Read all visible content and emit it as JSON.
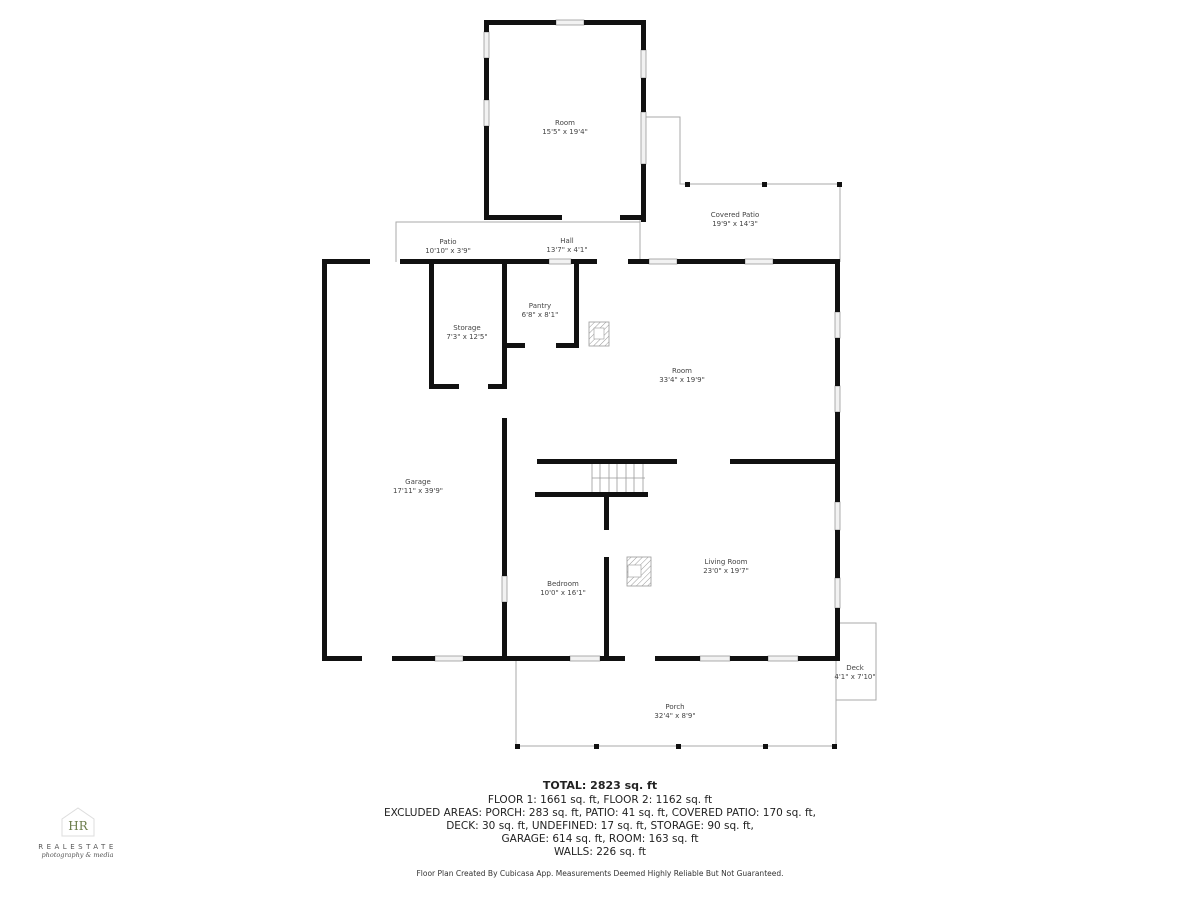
{
  "rooms": [
    {
      "id": "room-upper",
      "name": "Room",
      "dims": "15'5\" x 19'4\""
    },
    {
      "id": "covered-patio",
      "name": "Covered Patio",
      "dims": "19'9\" x 14'3\""
    },
    {
      "id": "patio",
      "name": "Patio",
      "dims": "10'10\" x 3'9\""
    },
    {
      "id": "hall",
      "name": "Hall",
      "dims": "13'7\" x 4'1\""
    },
    {
      "id": "pantry",
      "name": "Pantry",
      "dims": "6'8\" x 8'1\""
    },
    {
      "id": "storage",
      "name": "Storage",
      "dims": "7'3\" x 12'5\""
    },
    {
      "id": "room-main",
      "name": "Room",
      "dims": "33'4\" x 19'9\""
    },
    {
      "id": "garage",
      "name": "Garage",
      "dims": "17'11\" x 39'9\""
    },
    {
      "id": "bedroom",
      "name": "Bedroom",
      "dims": "10'0\" x 16'1\""
    },
    {
      "id": "living-room",
      "name": "Living Room",
      "dims": "23'0\" x 19'7\""
    },
    {
      "id": "deck",
      "name": "Deck",
      "dims": "4'1\" x 7'10\""
    },
    {
      "id": "porch",
      "name": "Porch",
      "dims": "32'4\" x 8'9\""
    }
  ],
  "summary": {
    "total": "TOTAL: 2823 sq. ft",
    "lines": [
      "FLOOR 1: 1661 sq. ft, FLOOR 2: 1162 sq. ft",
      "EXCLUDED AREAS: PORCH: 283 sq. ft, PATIO: 41 sq. ft, COVERED PATIO: 170 sq. ft,",
      "DECK: 30 sq. ft, UNDEFINED: 17 sq. ft, STORAGE: 90 sq. ft,",
      "GARAGE: 614 sq. ft, ROOM: 163 sq. ft",
      "WALLS: 226 sq. ft"
    ],
    "disclaimer": "Floor Plan Created By Cubicasa App. Measurements Deemed Highly Reliable But Not Guaranteed."
  },
  "logo": {
    "monogram": "HR",
    "wordmark": "REALESTATE",
    "tagline": "photography & media",
    "accent": "#6b7d4a"
  }
}
